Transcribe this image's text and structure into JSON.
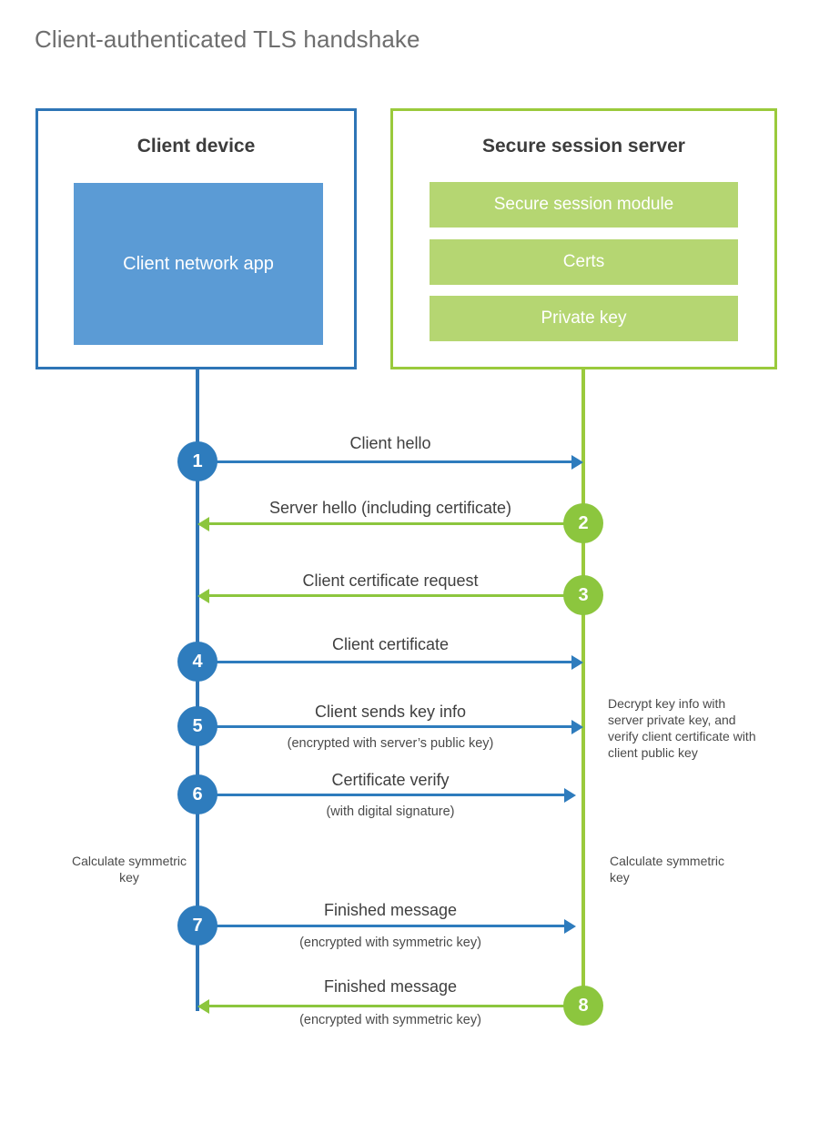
{
  "title": "Client-authenticated TLS handshake",
  "colors": {
    "client_border": "#2e75b6",
    "client_fill": "#5b9bd5",
    "client_line": "#2e7cbd",
    "server_border": "#9aca3c",
    "server_fill": "#b5d672",
    "server_line": "#8cc63e",
    "title_text": "#6e6e6e",
    "body_text": "#3f3f3f"
  },
  "parties": {
    "client": {
      "title": "Client device",
      "blocks": [
        {
          "label": "Client network app"
        }
      ]
    },
    "server": {
      "title": "Secure session server",
      "blocks": [
        {
          "label": "Secure session module"
        },
        {
          "label": "Certs"
        },
        {
          "label": "Private key"
        }
      ]
    }
  },
  "steps": [
    {
      "number": "1",
      "from": "client",
      "to": "server",
      "direction": "right",
      "label": "Client hello",
      "sublabel": ""
    },
    {
      "number": "2",
      "from": "server",
      "to": "client",
      "direction": "left",
      "label": "Server hello (including certificate)",
      "sublabel": ""
    },
    {
      "number": "3",
      "from": "server",
      "to": "client",
      "direction": "left",
      "label": "Client certificate request",
      "sublabel": ""
    },
    {
      "number": "4",
      "from": "client",
      "to": "server",
      "direction": "right",
      "label": "Client certificate",
      "sublabel": ""
    },
    {
      "number": "5",
      "from": "client",
      "to": "server",
      "direction": "right",
      "label": "Client sends key info",
      "sublabel": "(encrypted with server’s public key)"
    },
    {
      "number": "6",
      "from": "client",
      "to": "server",
      "direction": "right",
      "label": "Certificate verify",
      "sublabel": "(with digital signature)"
    },
    {
      "number": "7",
      "from": "client",
      "to": "server",
      "direction": "right",
      "label": "Finished message",
      "sublabel": "(encrypted with symmetric key)"
    },
    {
      "number": "8",
      "from": "server",
      "to": "client",
      "direction": "left",
      "label": "Finished message",
      "sublabel": "(encrypted with symmetric key)"
    }
  ],
  "notes": {
    "server_decrypt": "Decrypt key info with server private key, and verify client certificate with client public key",
    "client_calculate": "Calculate symmetric key",
    "server_calculate": "Calculate symmetric key"
  }
}
